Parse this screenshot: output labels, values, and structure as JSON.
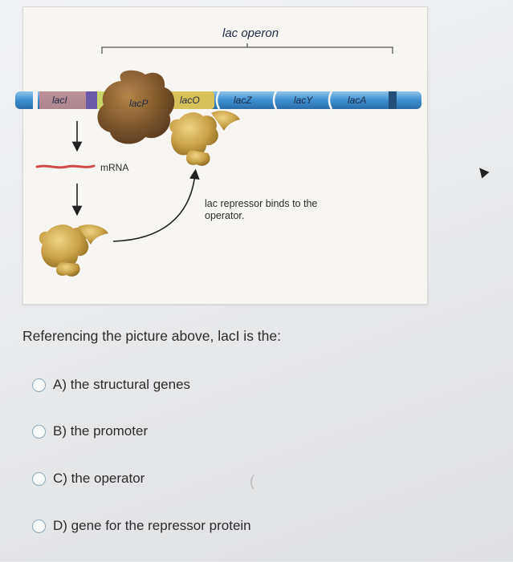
{
  "diagram": {
    "operon_title": "lac operon",
    "genes": {
      "laci": "lacI",
      "lacp": "lacP",
      "laco": "lacO",
      "lacz": "lacZ",
      "lacy": "lacY",
      "laca": "lacA"
    },
    "mrna_label": "mRNA",
    "repressor_caption": "lac repressor binds to the operator.",
    "colors": {
      "dna_blue": "#3d8fd0",
      "laci_band": "#c88a8a",
      "promoter_band": "#c9d76a",
      "operator_band": "#d9c15a",
      "polymerase_brown": "#7a4e22",
      "repressor_gold": "#c9a047",
      "mrna_red": "#d24a4a"
    }
  },
  "question": {
    "text": "Referencing the picture above, lacI is the:",
    "options": [
      {
        "key": "A",
        "label": "A) the structural genes"
      },
      {
        "key": "B",
        "label": "B) the promoter"
      },
      {
        "key": "C",
        "label": "C) the operator"
      },
      {
        "key": "D",
        "label": "D) gene for the repressor protein"
      }
    ]
  },
  "stray_mark": "("
}
